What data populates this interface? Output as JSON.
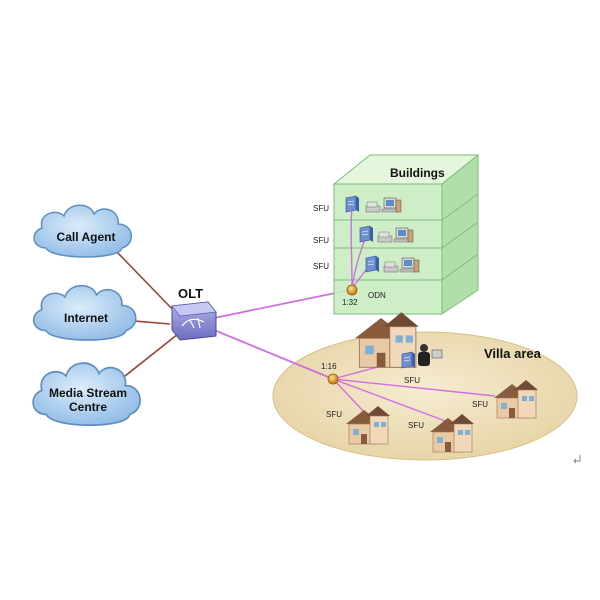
{
  "clouds": [
    {
      "id": "call-agent",
      "lines": [
        "Call Agent"
      ]
    },
    {
      "id": "internet",
      "lines": [
        "Internet"
      ]
    },
    {
      "id": "media-stream-centre",
      "lines": [
        "Media Stream",
        "Centre"
      ]
    }
  ],
  "olt": {
    "label": "OLT"
  },
  "buildings": {
    "label": "Buildings",
    "sfu_labels": [
      "SFU",
      "SFU",
      "SFU"
    ],
    "splitter_ratio": "1:32",
    "odn_label": "ODN"
  },
  "villa": {
    "label": "Villa area",
    "splitter_ratio": "1:16",
    "sfu_labels": [
      "SFU",
      "SFU",
      "SFU",
      "SFU"
    ]
  },
  "colors": {
    "cloud_fill": "#a9cdee",
    "cloud_stroke": "#5f8fbf",
    "link_red": "#a0403a",
    "fiber_violet": "#d070e0",
    "building_green": "#c8ecc0",
    "villa_area": "#efe0b8",
    "olt_body": "#8e8fd6"
  }
}
